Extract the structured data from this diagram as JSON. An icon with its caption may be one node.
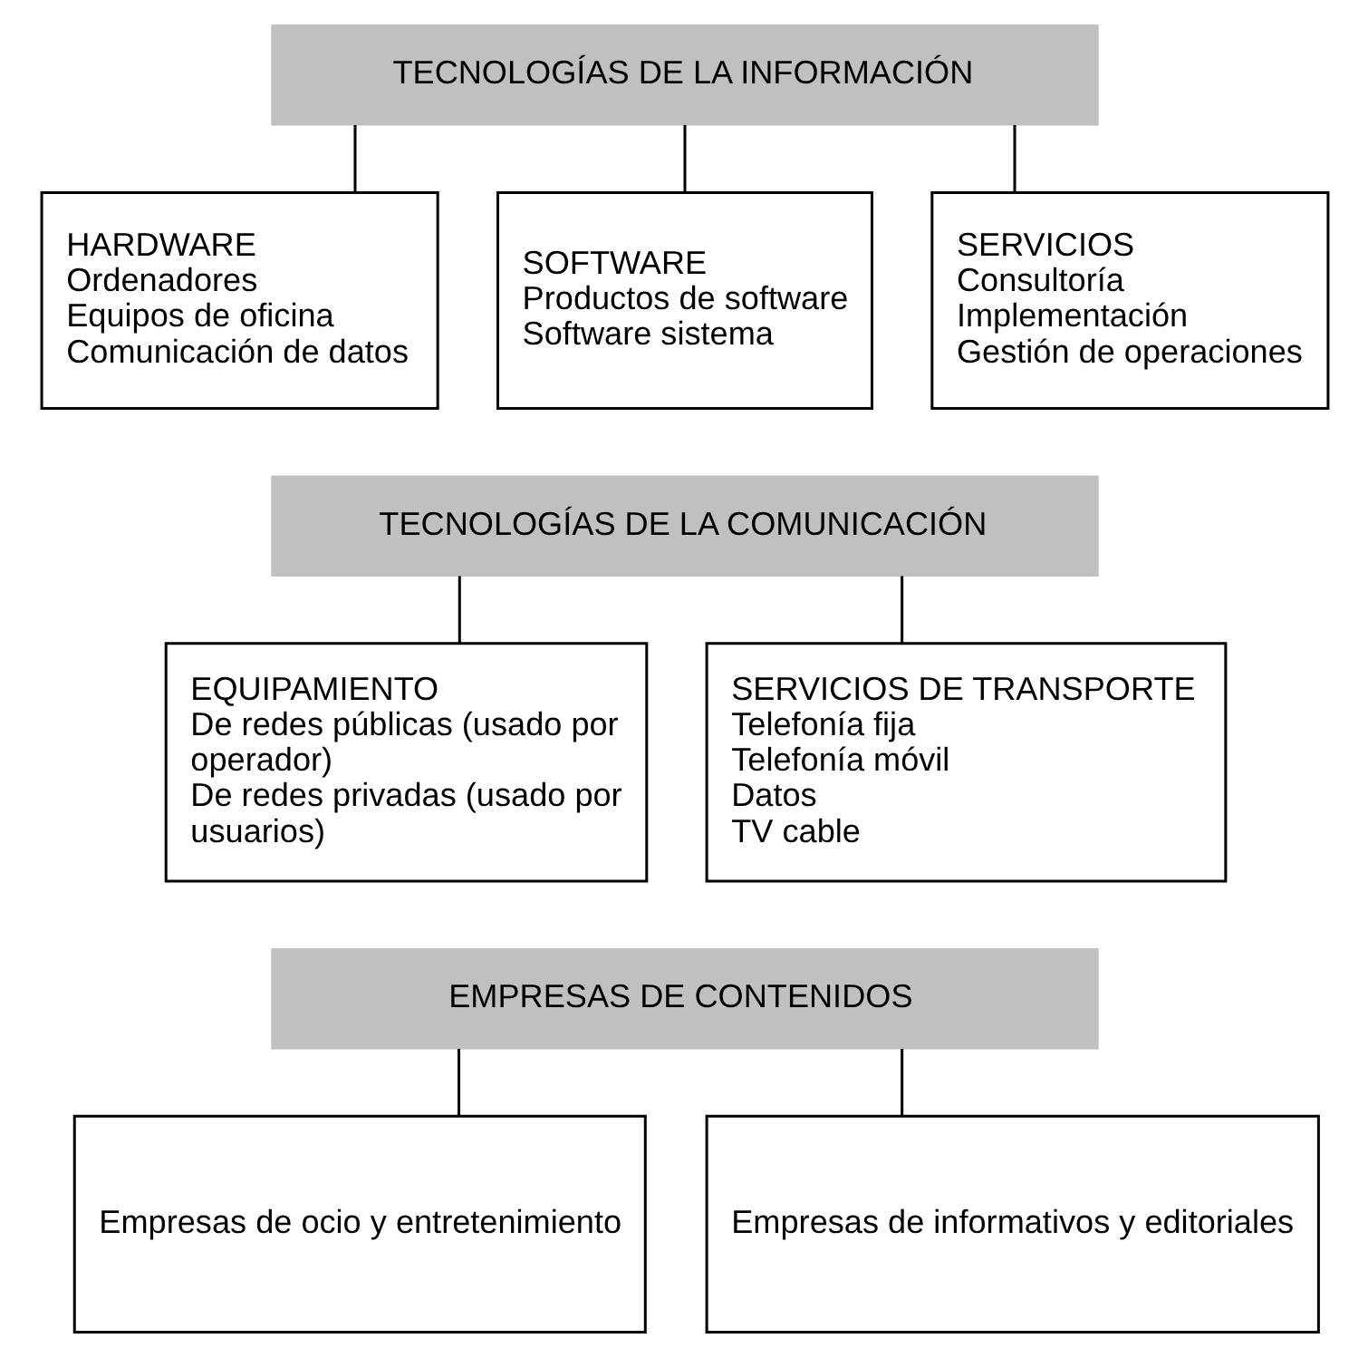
{
  "diagram": {
    "nodes": [
      {
        "text": [
          "TECNOLOGÍAS DE LA INFORMACIÓN"
        ]
      },
      {
        "text": [
          "HARDWARE",
          "Ordenadores",
          "Equipos de oficina",
          "Comunicación de datos"
        ]
      },
      {
        "text": [
          "SOFTWARE",
          "Productos de software",
          "Software sistema"
        ]
      },
      {
        "text": [
          "SERVICIOS",
          "Consultoría",
          "Implementación",
          "Gestión de operaciones"
        ]
      },
      {
        "text": [
          "TECNOLOGÍAS DE LA COMUNICACIÓN"
        ]
      },
      {
        "text": [
          "EQUIPAMIENTO",
          "De redes públicas (usado por operador)",
          "De redes privadas (usado por usuarios)"
        ]
      },
      {
        "text": [
          "SERVICIOS DE TRANSPORTE",
          "Telefonía fija",
          "Telefonía móvil",
          "Datos",
          "TV cable"
        ]
      },
      {
        "text": [
          "EMPRESAS DE CONTENIDOS"
        ]
      },
      {
        "text": [
          "Empresas de ocio y entretenimiento"
        ]
      },
      {
        "text": [
          "Empresas de informativos y editoriales"
        ]
      }
    ],
    "edges": [
      {
        "from": 0,
        "to": 1,
        "arrow": "none"
      },
      {
        "from": 0,
        "to": 2,
        "arrow": "none"
      },
      {
        "from": 0,
        "to": 3,
        "arrow": "none"
      },
      {
        "from": 4,
        "to": 5,
        "arrow": "none"
      },
      {
        "from": 4,
        "to": 6,
        "arrow": "none"
      },
      {
        "from": 7,
        "to": 8,
        "arrow": "none"
      },
      {
        "from": 7,
        "to": 9,
        "arrow": "none"
      }
    ]
  }
}
